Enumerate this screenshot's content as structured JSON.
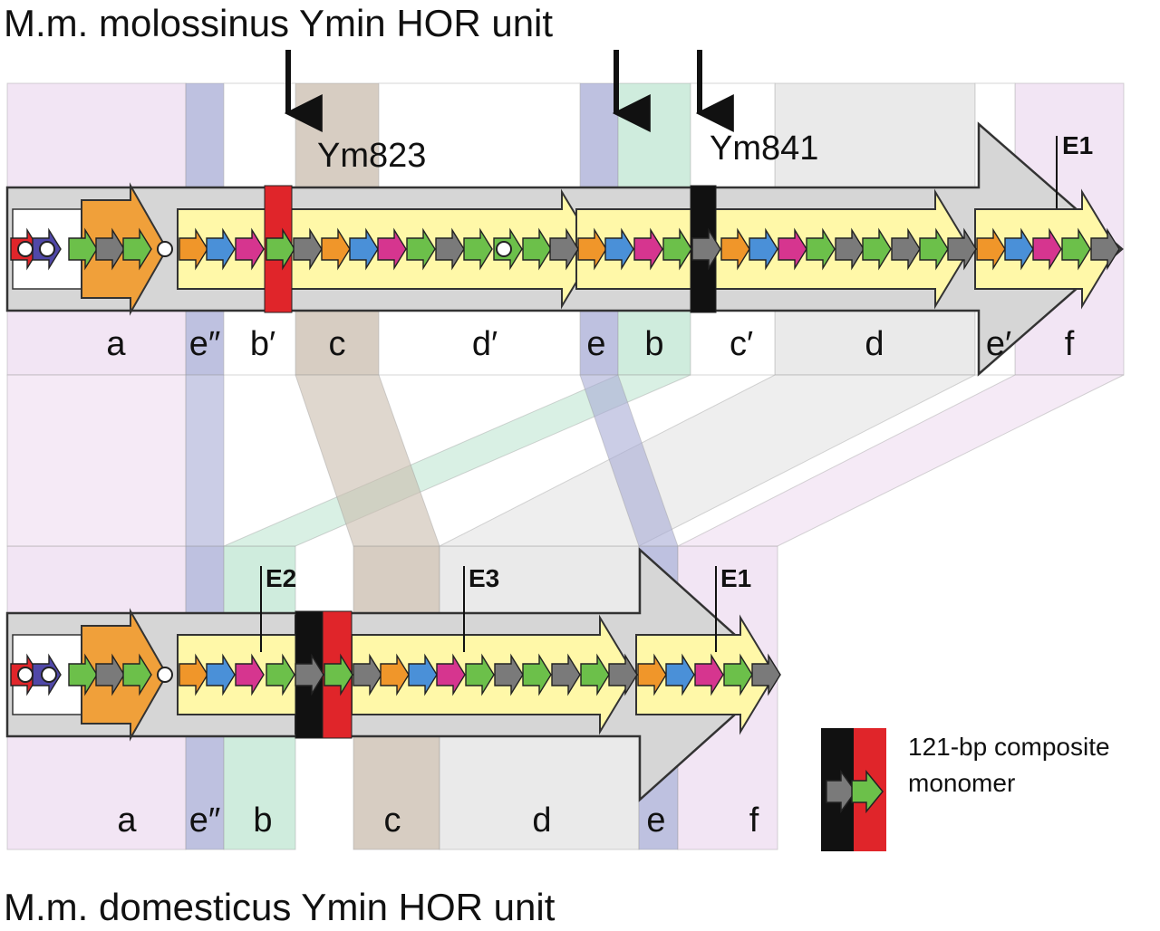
{
  "titles": {
    "top": "M.m. molossinus Ymin HOR unit",
    "bottom": "M.m. domesticus Ymin HOR unit"
  },
  "top_unit": {
    "segments": [
      "a",
      "e″",
      "b′",
      "c",
      "d′",
      "e",
      "b",
      "c′",
      "d",
      "e′",
      "f"
    ],
    "markers": [
      "Ym823",
      "Ym841",
      "E1"
    ]
  },
  "bottom_unit": {
    "segments": [
      "a",
      "e″",
      "b",
      "c",
      "d",
      "e",
      "f"
    ],
    "markers": [
      "E2",
      "E3",
      "E1"
    ]
  },
  "legend": {
    "line1": "121-bp composite",
    "line2": "monomer"
  },
  "colors": {
    "segment_a_f": "#eedcf0",
    "segment_e": "#a8acd6",
    "segment_b": "#bfe6d2",
    "segment_c": "#c9bcae",
    "segment_d": "#e3e3e3",
    "hor_arrow": "#d6d6d6",
    "block_yellow": "#fff8a8",
    "block_orange": "#f0a03a",
    "monomer_orange": "#f0962a",
    "monomer_blue": "#4a90d8",
    "monomer_magenta": "#d6358f",
    "monomer_green": "#6cc04a",
    "monomer_gray": "#7a7a7a",
    "composite_red": "#e0252a",
    "composite_black": "#111111"
  }
}
